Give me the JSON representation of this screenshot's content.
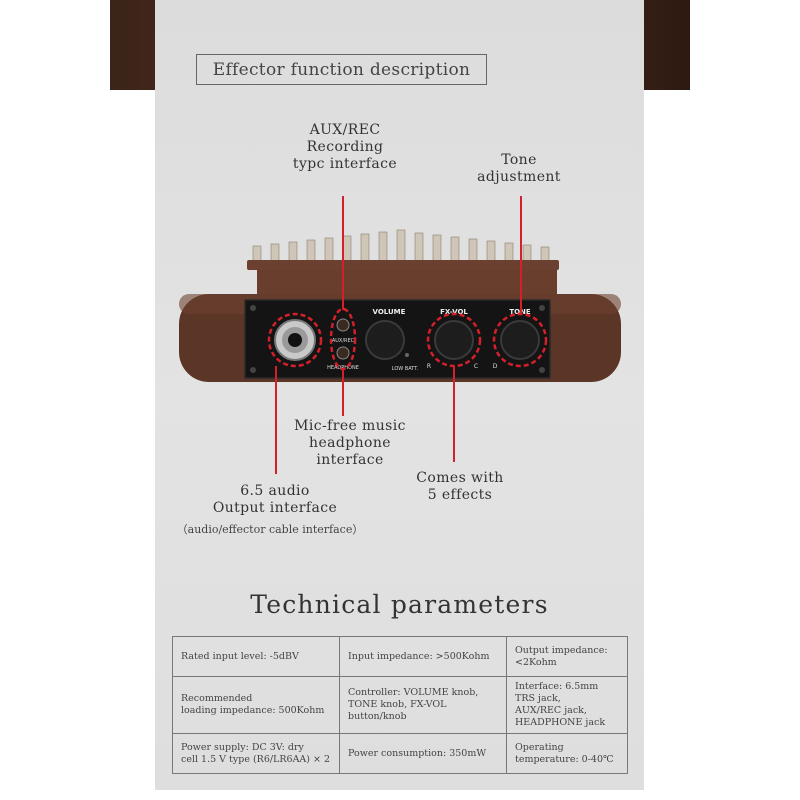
{
  "header": {
    "title": "Effector function description"
  },
  "callouts": {
    "aux_rec": [
      "AUX/REC",
      "Recording",
      "typc interface"
    ],
    "tone": [
      "Tone",
      "adjustment"
    ],
    "mic_free": [
      "Mic-free music",
      "headphone",
      "interface"
    ],
    "audio_out": [
      "6.5 audio",
      "Output interface"
    ],
    "audio_out_note": "（audio/effector cable interface）",
    "effects": [
      "Comes with",
      "5 effects"
    ]
  },
  "device_labels": {
    "volume": "VOLUME",
    "fxvol": "FX-VOL",
    "tone": "TONE",
    "auxrec": "AUX/REC",
    "headphone": "HEADPHONE",
    "lowbatt": "LOW BATT.",
    "r": "R",
    "c": "C",
    "d": "D"
  },
  "tech": {
    "title": "Technical parameters",
    "rows": [
      [
        "Rated input level: -5dBV",
        "Input impedance: >500Kohm",
        "Output impedance: <2Kohm"
      ],
      [
        "Recommended\nloading impedance: 500Kohm",
        "Controller: VOLUME knob,\nTONE knob, FX-VOL button/knob",
        "Interface:  6.5mm TRS jack,\nAUX/REC jack, HEADPHONE jack"
      ],
      [
        "Power supply: DC 3V: dry\ncell 1.5 V type (R6/LR6AA) × 2",
        "Power consumption: 350mW",
        "Operating temperature: 0-40℃"
      ]
    ]
  },
  "colors": {
    "accent": "#d4202a",
    "panel": "#dedede",
    "wood": "#5a3424"
  }
}
